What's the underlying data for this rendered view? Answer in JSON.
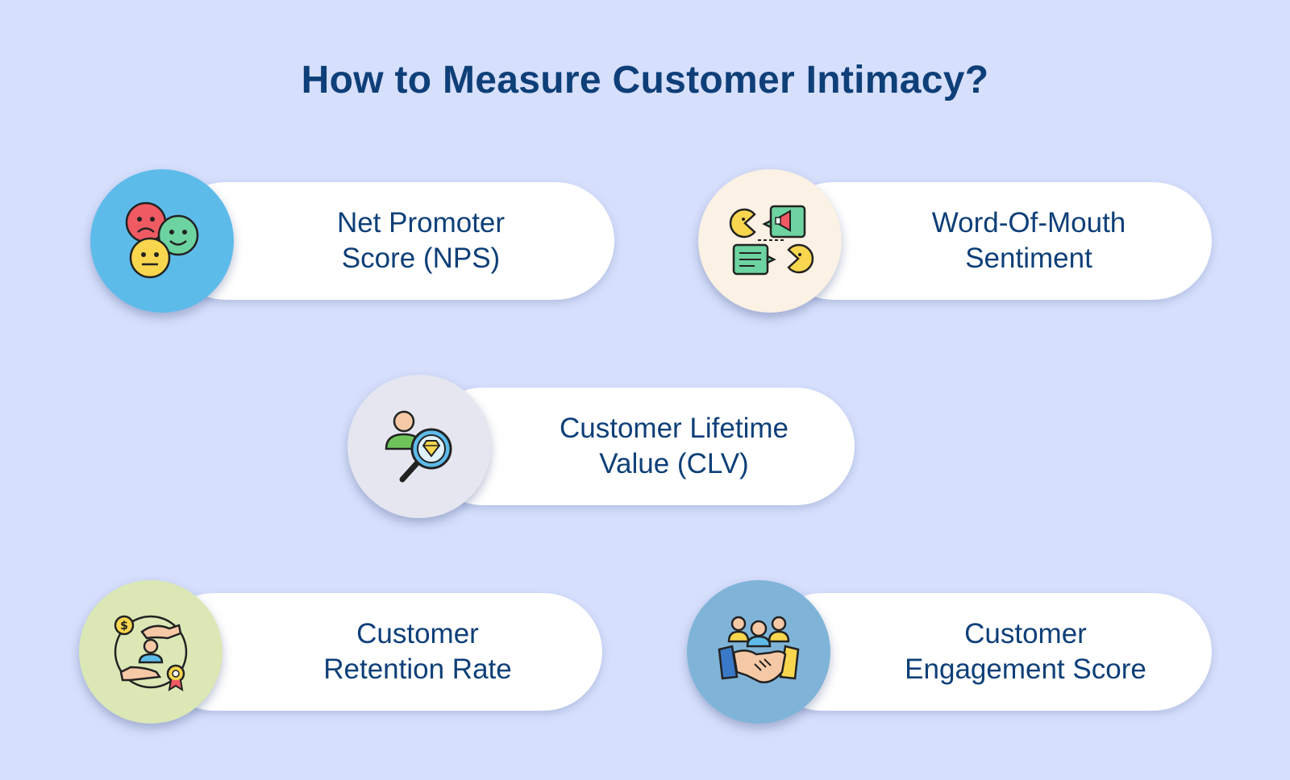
{
  "title": "How to Measure Customer Intimacy?",
  "colors": {
    "background": "#d6dffc",
    "title": "#0e3f78",
    "text": "#0e3f78",
    "pill": "#ffffff"
  },
  "items": [
    {
      "id": "nps",
      "icon": "emoji-faces-icon",
      "circle_color": "#5dbbea",
      "lines": [
        "Net Promoter",
        "Score (NPS)"
      ]
    },
    {
      "id": "wom",
      "icon": "word-of-mouth-icon",
      "circle_color": "#fbf1e4",
      "lines": [
        "Word-Of-Mouth",
        "Sentiment"
      ]
    },
    {
      "id": "clv",
      "icon": "customer-diamond-magnifier-icon",
      "circle_color": "#e5e6ef",
      "lines": [
        "Customer Lifetime",
        "Value (CLV)"
      ]
    },
    {
      "id": "crr",
      "icon": "retention-hands-icon",
      "circle_color": "#dbe8b6",
      "lines": [
        "Customer",
        "Retention Rate"
      ]
    },
    {
      "id": "ces",
      "icon": "handshake-team-icon",
      "circle_color": "#7fb4d8",
      "lines": [
        "Customer",
        "Engagement Score"
      ]
    }
  ]
}
